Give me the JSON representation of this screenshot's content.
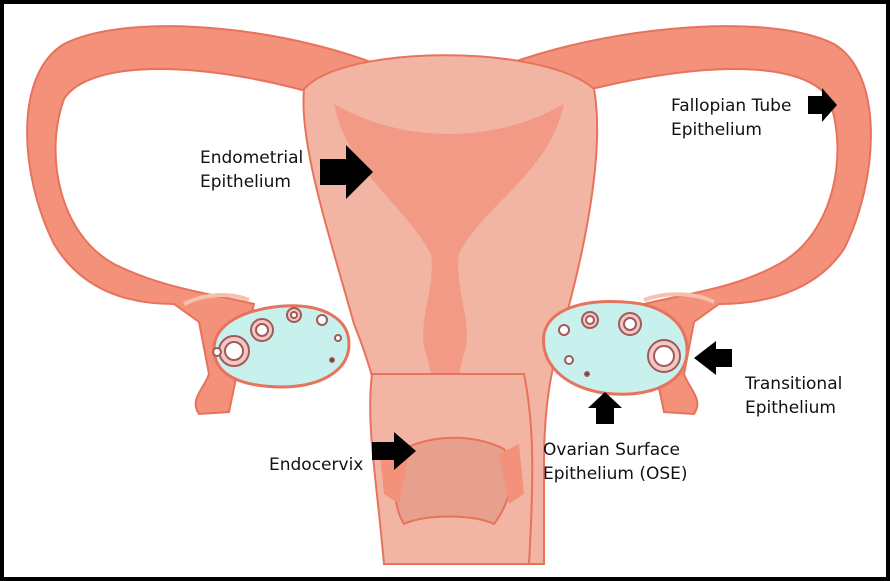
{
  "labels": {
    "endometrial": {
      "line1": "Endometrial",
      "line2": "Epithelium"
    },
    "fallopian": {
      "line1": "Fallopian Tube",
      "line2": "Epithelium"
    },
    "transitional": {
      "line1": "Transitional",
      "line2": "Epithelium"
    },
    "ovarian_surface": {
      "line1": "Ovarian Surface",
      "line2": "Epithelium (OSE)"
    },
    "endocervix": {
      "line1": "Endocervix"
    }
  },
  "colors": {
    "tissue": "#f4917b",
    "tissue_light": "#f7c0ad",
    "uterus_wall": "#f3b5a3",
    "outline": "#e7735c",
    "ovary": "#c8f1ee",
    "follicle_ring": "#f3c7c4",
    "arrow": "#000000"
  }
}
